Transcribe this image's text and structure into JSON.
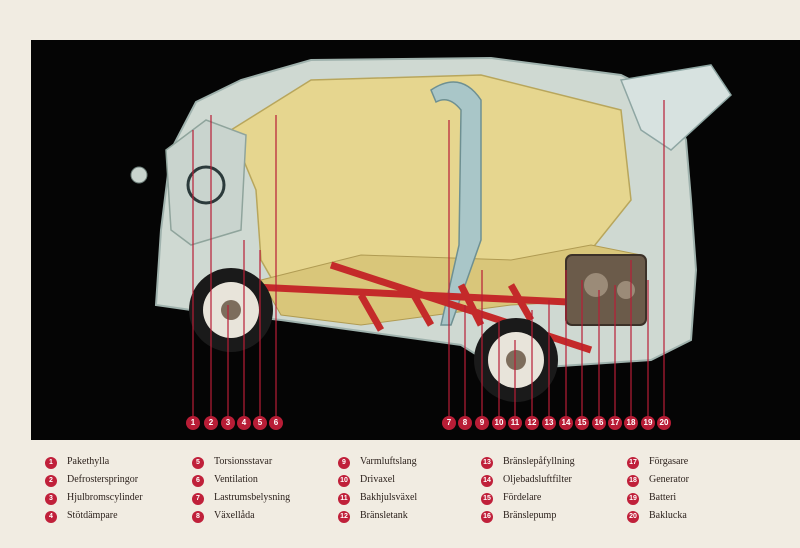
{
  "callouts": [
    "1",
    "2",
    "3",
    "4",
    "5",
    "6",
    "7",
    "8",
    "9",
    "10",
    "11",
    "12",
    "13",
    "14",
    "15",
    "16",
    "17",
    "18",
    "19",
    "20"
  ],
  "legend": [
    [
      {
        "n": "1",
        "label": "Pakethylla"
      },
      {
        "n": "2",
        "label": "Defrosterspringor"
      },
      {
        "n": "3",
        "label": "Hjulbromscylinder"
      },
      {
        "n": "4",
        "label": "Stötdämpare"
      }
    ],
    [
      {
        "n": "5",
        "label": "Torsionsstavar"
      },
      {
        "n": "6",
        "label": "Ventilation"
      },
      {
        "n": "7",
        "label": "Lastrumsbelysning"
      },
      {
        "n": "8",
        "label": "Växellåda"
      }
    ],
    [
      {
        "n": "9",
        "label": "Varmluftslang"
      },
      {
        "n": "10",
        "label": "Drivaxel"
      },
      {
        "n": "11",
        "label": "Bakhjulsväxel"
      },
      {
        "n": "12",
        "label": "Bränsletank"
      }
    ],
    [
      {
        "n": "13",
        "label": "Bränslepåfyllning"
      },
      {
        "n": "14",
        "label": "Oljebadsluftfilter"
      },
      {
        "n": "15",
        "label": "Fördelare"
      },
      {
        "n": "16",
        "label": "Bränslepump"
      }
    ],
    [
      {
        "n": "17",
        "label": "Förgasare"
      },
      {
        "n": "18",
        "label": "Generator"
      },
      {
        "n": "19",
        "label": "Batteri"
      },
      {
        "n": "20",
        "label": "Baklucka"
      }
    ]
  ],
  "colors": {
    "callout": "#b81d36",
    "panel": "#050505",
    "page": "#f1ece2",
    "cargo": "#e6d68f",
    "frame": "#c42a2a",
    "body": "#dfe9e8"
  }
}
